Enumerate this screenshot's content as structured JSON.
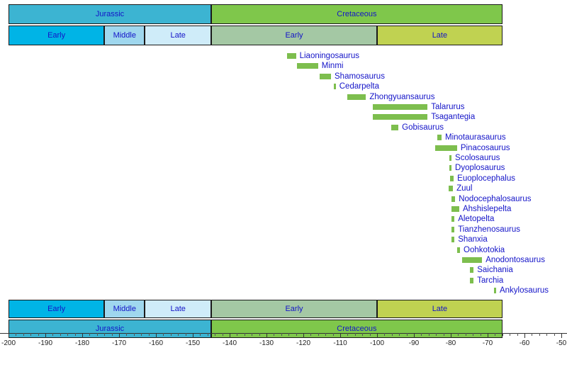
{
  "chart_data": {
    "type": "bar",
    "orientation": "horizontal",
    "title": "",
    "xlabel": "",
    "ylabel": "",
    "xlim": [
      -200,
      -45
    ],
    "grid": false,
    "legend": null,
    "axis": {
      "major_tick_step": 10,
      "minor_tick_step": 2,
      "tick_labels": [
        "-200",
        "-190",
        "-180",
        "-170",
        "-160",
        "-150",
        "-140",
        "-130",
        "-120",
        "-110",
        "-100",
        "-90",
        "-80",
        "-70",
        "-60",
        "-50"
      ],
      "tick_values": [
        -200,
        -190,
        -180,
        -170,
        -160,
        -150,
        -140,
        -130,
        -120,
        -110,
        -100,
        -90,
        -80,
        -70,
        -60,
        -50
      ]
    },
    "bar_color": "#7dbe4e",
    "label_color": "#1414c8",
    "categories": [
      "Liaoningosaurus",
      "Minmi",
      "Shamosaurus",
      "Cedarpelta",
      "Zhongyuansaurus",
      "Talarurus",
      "Tsagantegia",
      "Gobisaurus",
      "Minotaurasaurus",
      "Pinacosaurus",
      "Scolosaurus",
      "Dyoplosaurus",
      "Euoplocephalus",
      "Zuul",
      "Nodocephalosaurus",
      "Ahshislepelta",
      "Aletopelta",
      "Tianzhenosaurus",
      "Shanxia",
      "Oohkotokia",
      "Anodontosaurus",
      "Saichania",
      "Tarchia",
      "Ankylosaurus"
    ],
    "ranges": [
      {
        "name": "Liaoningosaurus",
        "start": -124.5,
        "end": -122.0
      },
      {
        "name": "Minmi",
        "start": -121.7,
        "end": -116.0
      },
      {
        "name": "Shamosaurus",
        "start": -115.5,
        "end": -112.5
      },
      {
        "name": "Cedarpelta",
        "start": -111.7,
        "end": -111.2
      },
      {
        "name": "Zhongyuansaurus",
        "start": -108.0,
        "end": -103.0
      },
      {
        "name": "Talarurus",
        "start": -101.2,
        "end": -86.3
      },
      {
        "name": "Tsagantegia",
        "start": -101.2,
        "end": -86.3
      },
      {
        "name": "Gobisaurus",
        "start": -96.2,
        "end": -94.2
      },
      {
        "name": "Minotaurasaurus",
        "start": -83.7,
        "end": -82.5
      },
      {
        "name": "Pinacosaurus",
        "start": -84.2,
        "end": -78.3
      },
      {
        "name": "Scolosaurus",
        "start": -80.4,
        "end": -79.8
      },
      {
        "name": "Dyoplosaurus",
        "start": -80.4,
        "end": -79.8
      },
      {
        "name": "Euoplocephalus",
        "start": -80.2,
        "end": -79.2
      },
      {
        "name": "Zuul",
        "start": -80.6,
        "end": -79.4
      },
      {
        "name": "Nodocephalosaurus",
        "start": -79.8,
        "end": -78.8
      },
      {
        "name": "Ahshislepelta",
        "start": -79.8,
        "end": -77.7
      },
      {
        "name": "Aletopelta",
        "start": -79.8,
        "end": -79.0
      },
      {
        "name": "Tianzhenosaurus",
        "start": -79.8,
        "end": -79.0
      },
      {
        "name": "Shanxia",
        "start": -79.8,
        "end": -79.0
      },
      {
        "name": "Oohkotokia",
        "start": -78.3,
        "end": -77.5
      },
      {
        "name": "Anodontosaurus",
        "start": -76.9,
        "end": -71.5
      },
      {
        "name": "Saichania",
        "start": -74.8,
        "end": -73.8
      },
      {
        "name": "Tarchia",
        "start": -74.8,
        "end": -73.8
      },
      {
        "name": "Ankylosaurus",
        "start": -68.3,
        "end": -67.7
      }
    ],
    "periods": [
      {
        "label": "Jurassic",
        "start": -200,
        "end": -145,
        "color": "#3cb4d2"
      },
      {
        "label": "Cretaceous",
        "start": -145,
        "end": -66,
        "color": "#7fc74b"
      }
    ],
    "epochs": [
      {
        "label": "Early",
        "period": "Jurassic",
        "start": -200,
        "end": -174,
        "color": "#00b4e6"
      },
      {
        "label": "Middle",
        "period": "Jurassic",
        "start": -174,
        "end": -163,
        "color": "#9fd7ee"
      },
      {
        "label": "Late",
        "period": "Jurassic",
        "start": -163,
        "end": -145,
        "color": "#cfecf9"
      },
      {
        "label": "Early",
        "period": "Cretaceous",
        "start": -145,
        "end": -100,
        "color": "#a4c8a4"
      },
      {
        "label": "Late",
        "period": "Cretaceous",
        "start": -100,
        "end": -66,
        "color": "#c0d251"
      }
    ]
  }
}
